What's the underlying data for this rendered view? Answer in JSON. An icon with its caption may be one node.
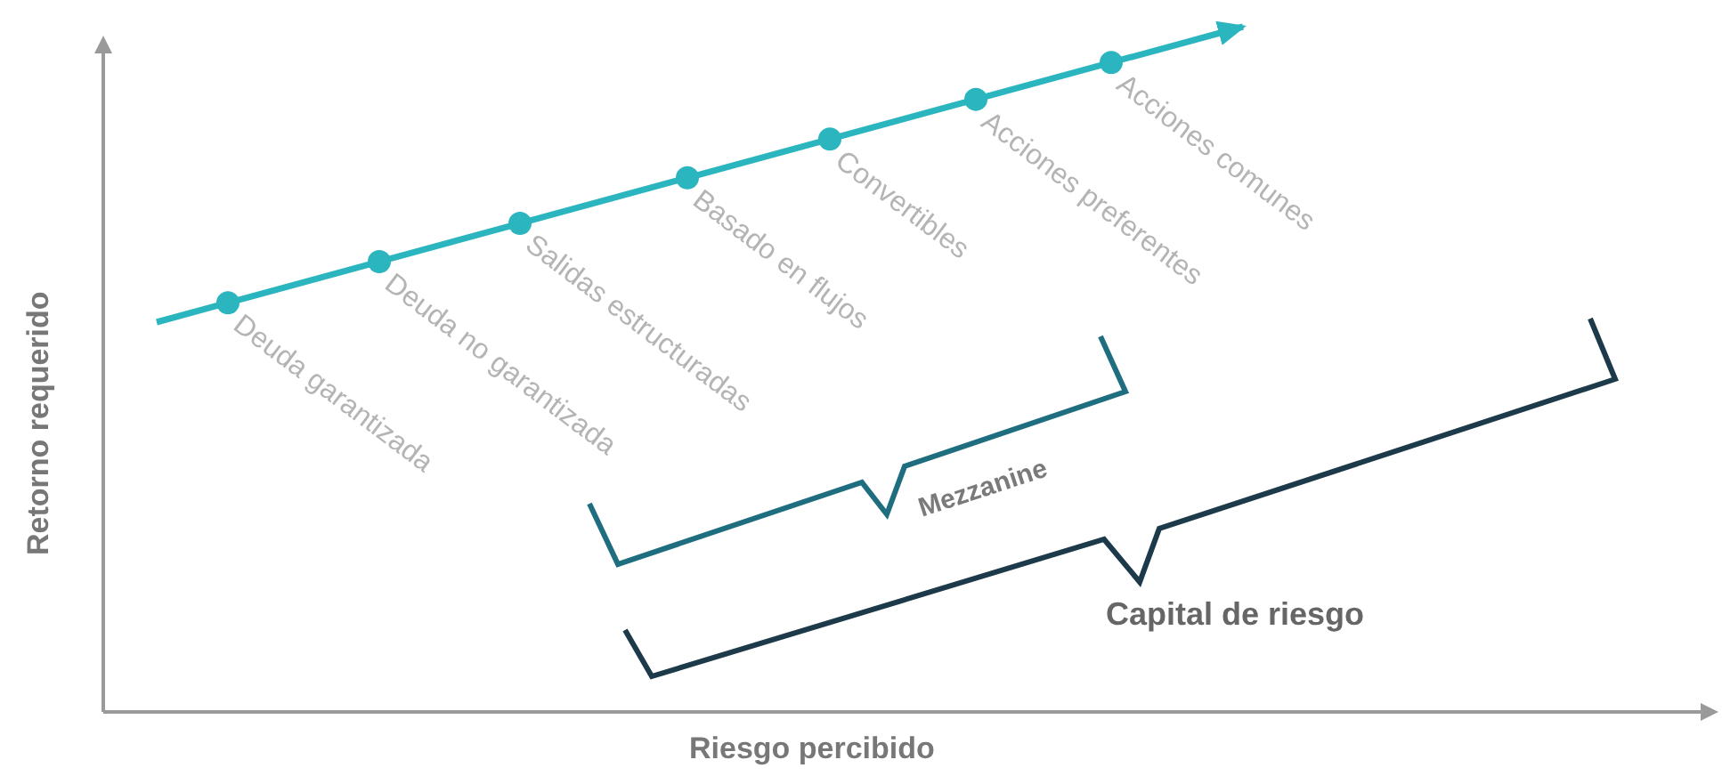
{
  "diagram": {
    "labels": [
      "Deuda garantizada",
      "Deuda no garantizada",
      "Salidas estructuradas",
      "Basado en flujos",
      "Convertibles",
      "Acciones preferentes",
      "Acciones comunes",
      "Mezzanine",
      "Capital de riesgo",
      "Retorno requerido",
      "Riesgo percibido"
    ]
  }
}
